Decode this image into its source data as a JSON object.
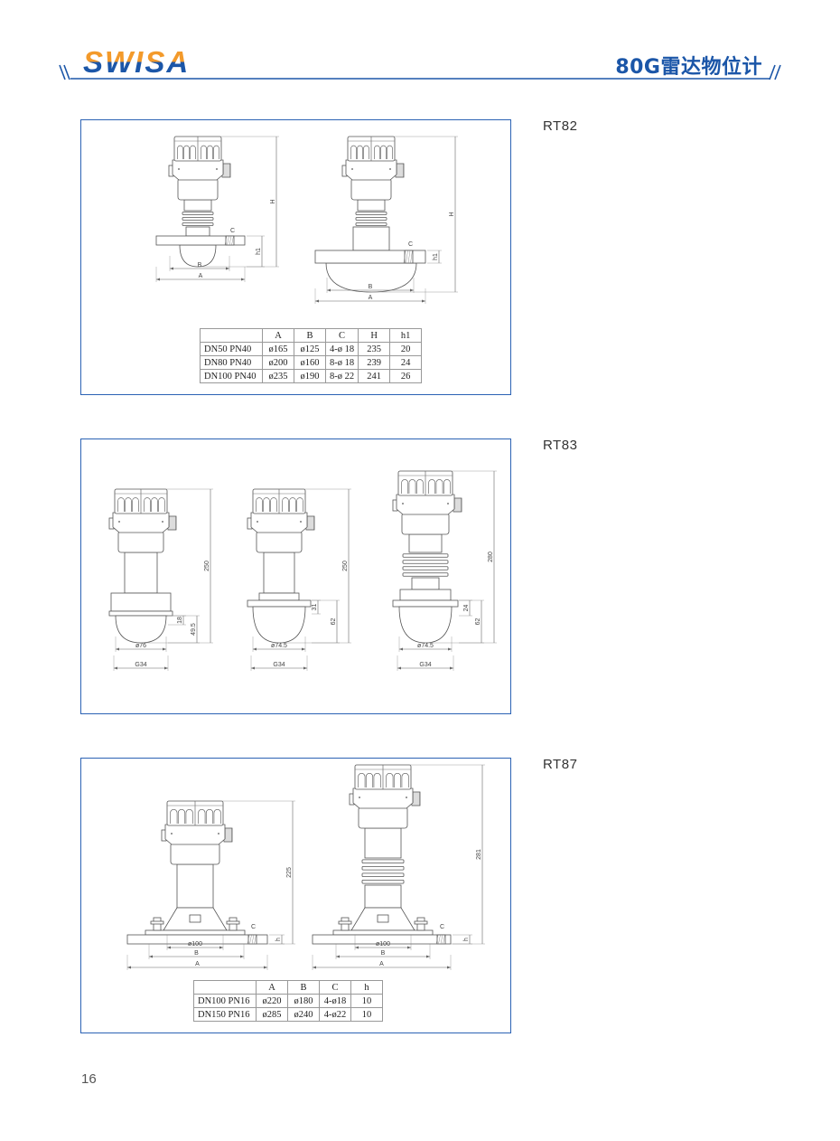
{
  "header": {
    "logo": "SWISA",
    "title": "80G雷达物位计",
    "brand_orange": "#f39a2b",
    "brand_blue": "#1b56a8"
  },
  "sections": [
    {
      "label": "RT82",
      "drawings": [
        {
          "labels": [
            "H",
            "h1",
            "C",
            "B",
            "A"
          ]
        },
        {
          "labels": [
            "H",
            "h1",
            "C",
            "B",
            "A"
          ]
        }
      ],
      "table": {
        "headers": [
          "",
          "A",
          "B",
          "C",
          "H",
          "h1"
        ],
        "rows": [
          [
            "DN50 PN40",
            "ø165",
            "ø125",
            "4-ø 18",
            "235",
            "20"
          ],
          [
            "DN80 PN40",
            "ø200",
            "ø160",
            "8-ø 18",
            "239",
            "24"
          ],
          [
            "DN100 PN40",
            "ø235",
            "ø190",
            "8-ø 22",
            "241",
            "26"
          ]
        ]
      }
    },
    {
      "label": "RT83",
      "drawings": [
        {
          "labels": [
            "250",
            "18",
            "49.5",
            "ø76",
            "G34"
          ]
        },
        {
          "labels": [
            "250",
            "31",
            "62",
            "ø74.5",
            "G34"
          ]
        },
        {
          "labels": [
            "280",
            "24",
            "62",
            "ø74.5",
            "G34"
          ]
        }
      ]
    },
    {
      "label": "RT87",
      "drawings": [
        {
          "labels": [
            "225",
            "h",
            "C",
            "ø100",
            "B",
            "A"
          ]
        },
        {
          "labels": [
            "281",
            "h",
            "C",
            "ø100",
            "B",
            "A"
          ]
        }
      ],
      "table": {
        "headers": [
          "",
          "A",
          "B",
          "C",
          "h"
        ],
        "rows": [
          [
            "DN100 PN16",
            "ø220",
            "ø180",
            "4-ø18",
            "10"
          ],
          [
            "DN150 PN16",
            "ø285",
            "ø240",
            "4-ø22",
            "10"
          ]
        ]
      }
    }
  ],
  "page_number": "16"
}
